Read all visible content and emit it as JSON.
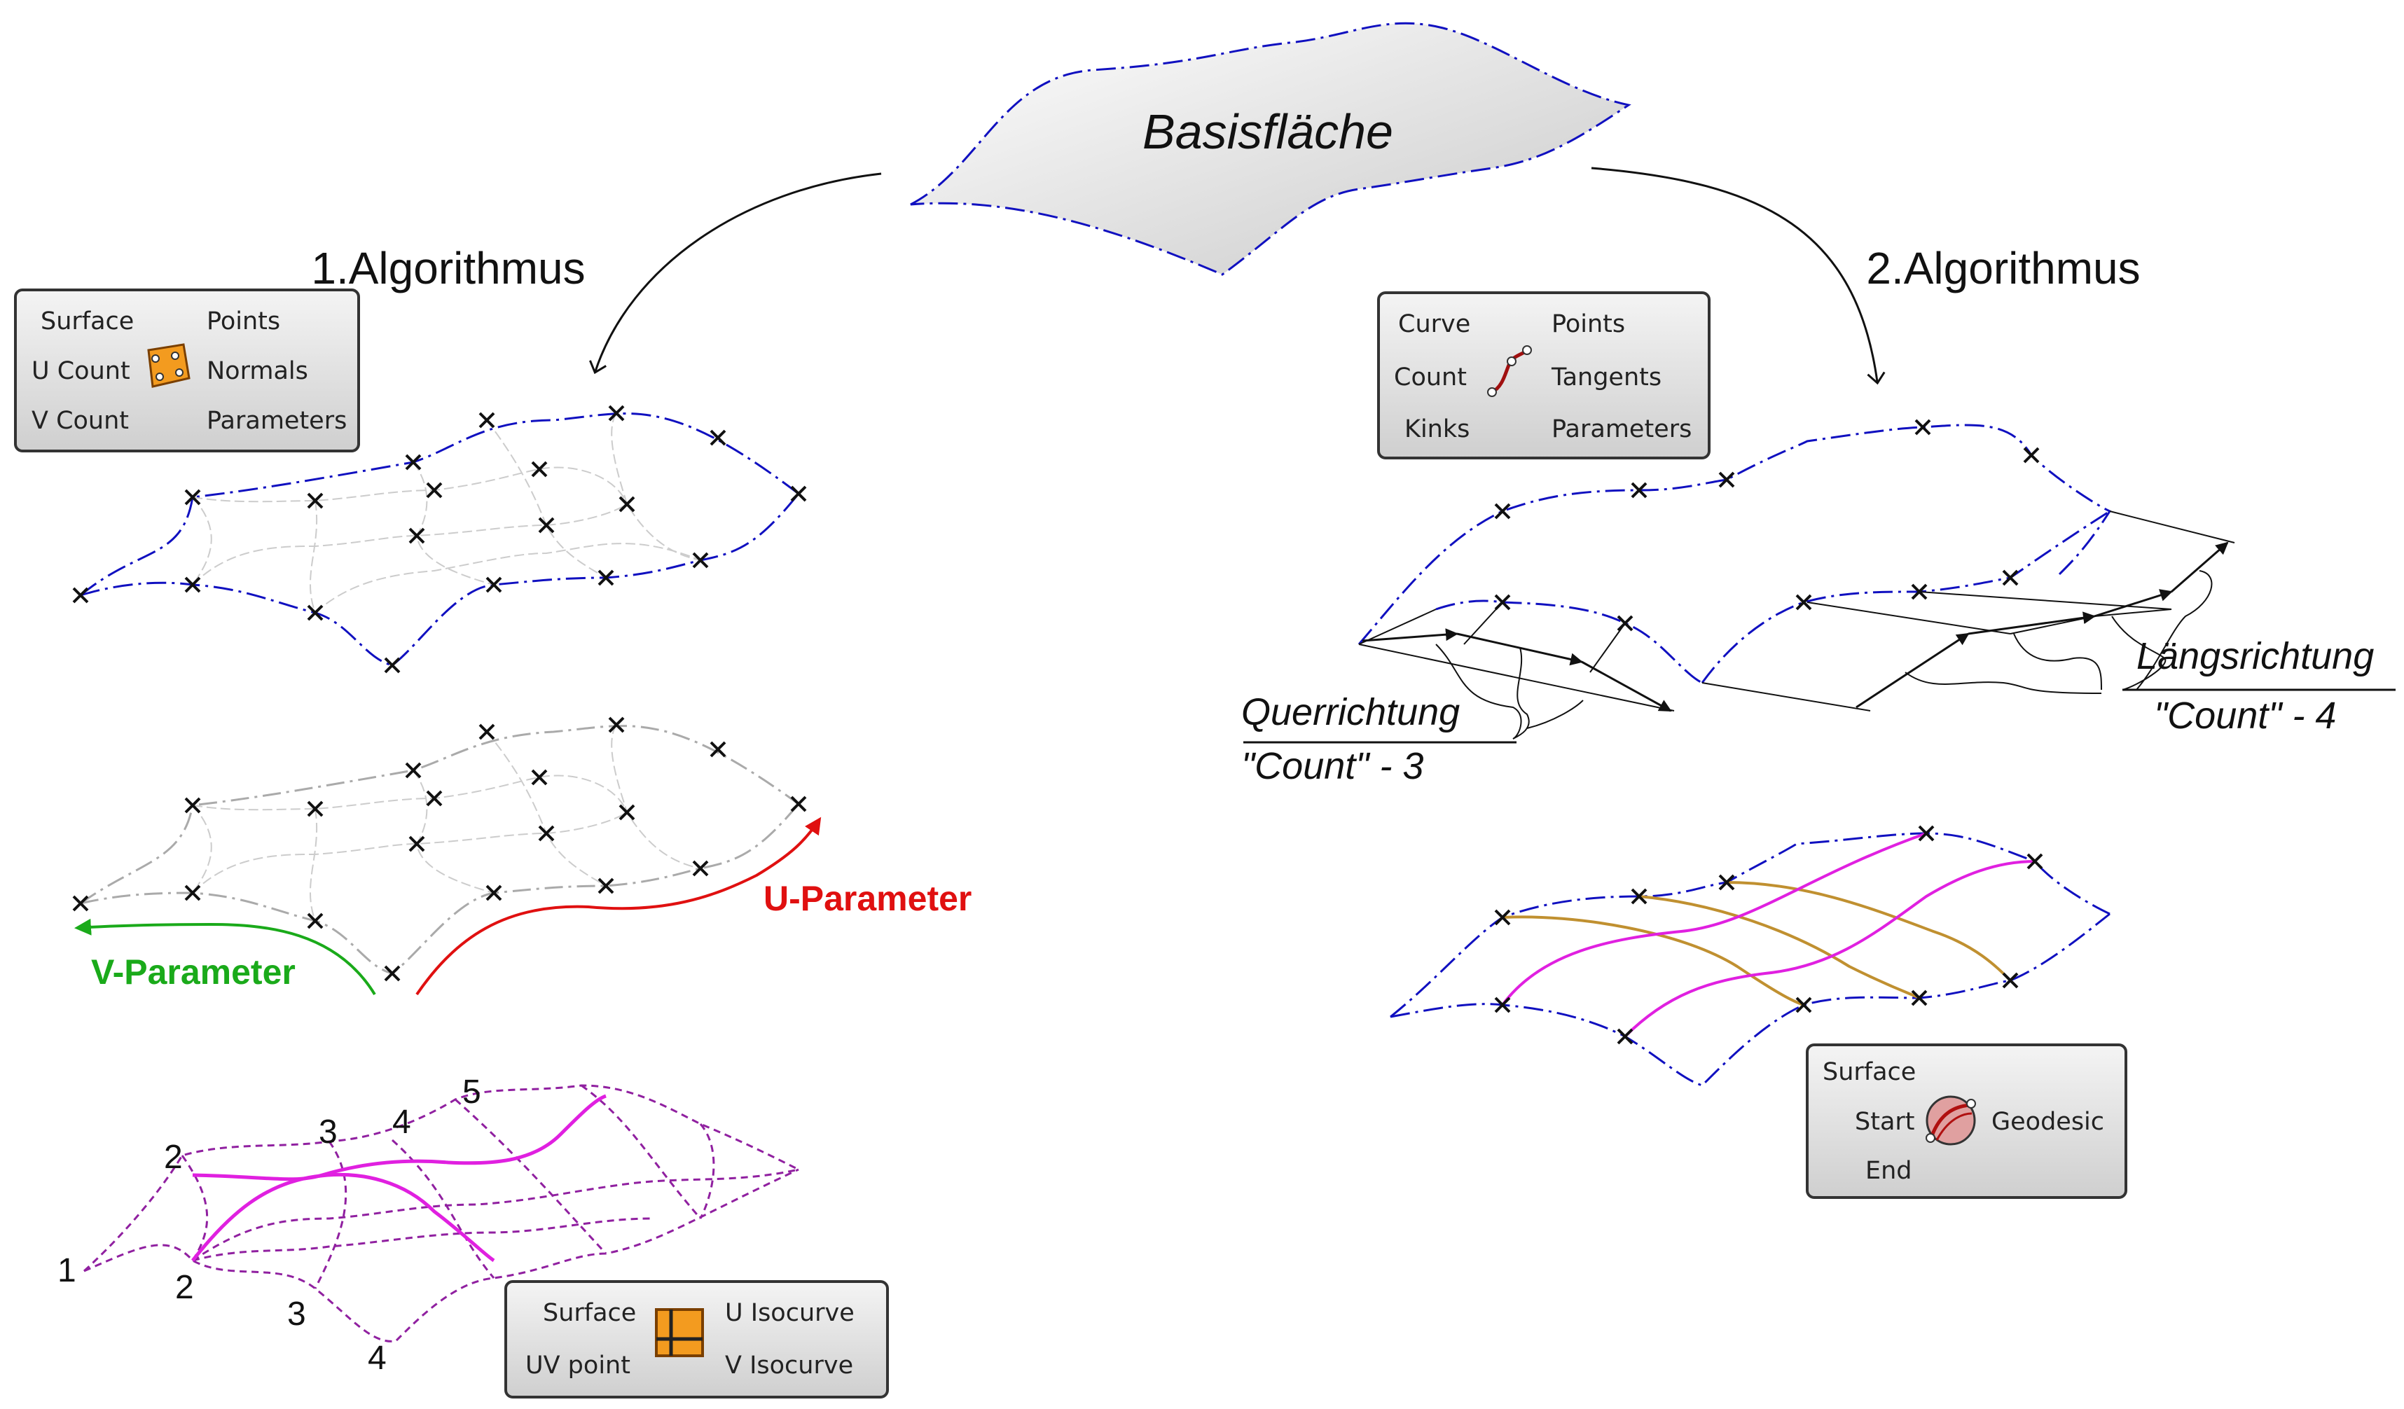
{
  "title": "Basisfläche",
  "algo1": {
    "label": "1.Algorithmus",
    "component": {
      "inputs": [
        "Surface",
        "U Count",
        "V Count"
      ],
      "outputs": [
        "Points",
        "Normals",
        "Parameters"
      ],
      "icon": "surface-divide-icon"
    },
    "u_param": "U-Parameter",
    "v_param": "V-Parameter",
    "u_color": "#e01010",
    "v_color": "#1aaa1a",
    "numbers": {
      "n1": "1",
      "n2a": "2",
      "n2b": "2",
      "n3a": "3",
      "n3b": "3",
      "n4a": "4",
      "n4b": "4",
      "n5": "5"
    },
    "isocurve": {
      "inputs": [
        "Surface",
        "UV point"
      ],
      "outputs": [
        "U Isocurve",
        "V Isocurve"
      ],
      "icon": "isocurve-icon"
    }
  },
  "algo2": {
    "label": "2.Algorithmus",
    "component": {
      "inputs": [
        "Curve",
        "Count",
        "Kinks"
      ],
      "outputs": [
        "Points",
        "Tangents",
        "Parameters"
      ],
      "icon": "divide-curve-icon"
    },
    "quer": "Querrichtung",
    "quer_count": "\"Count\" - 3",
    "laengs": "Längsrichtung",
    "laengs_count": "\"Count\" - 4",
    "geodesic": {
      "inputs": [
        "Surface",
        "Start",
        "End"
      ],
      "outputs": [
        "Geodesic"
      ],
      "icon": "geodesic-icon"
    }
  },
  "colors": {
    "edge": "#1010c0",
    "magenta": "#e020e0",
    "gold": "#c09030",
    "purple": "#9020a0"
  }
}
